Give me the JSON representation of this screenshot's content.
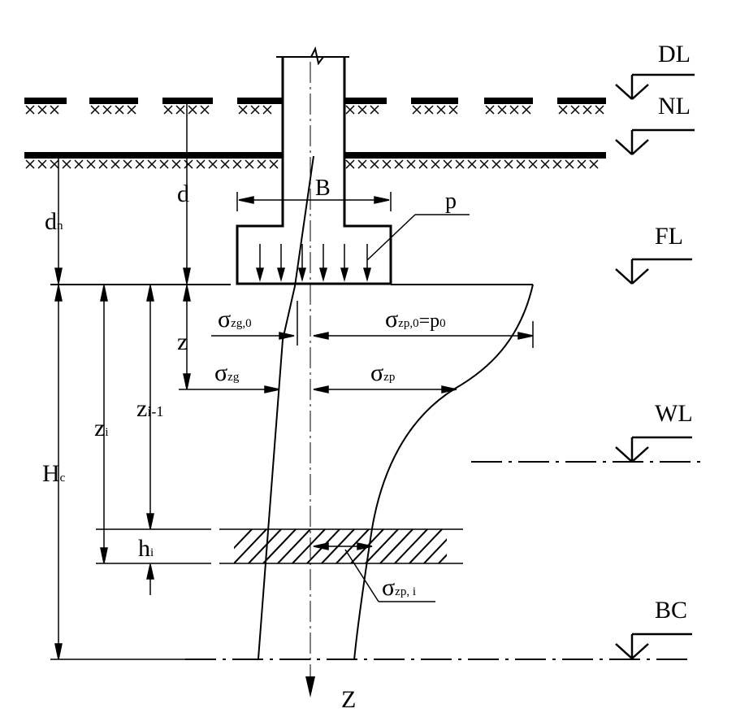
{
  "levels": {
    "dl": "DL",
    "nl": "NL",
    "fl": "FL",
    "wl": "WL",
    "bc": "BC"
  },
  "dimensions": {
    "d_n": {
      "main": "d",
      "sub": "n"
    },
    "d": "d",
    "B": "B",
    "p": "p",
    "z": "z",
    "z_i": {
      "main": "z",
      "sub": "i"
    },
    "z_i_minus_1": {
      "main": "z",
      "sub": "i-1"
    },
    "H_c": {
      "main": "H",
      "sub": "c"
    },
    "h_i": {
      "main": "h",
      "sub": "i"
    },
    "Z_axis": "Z"
  },
  "stresses": {
    "sigma_zg0": {
      "main": "σ",
      "sub": "zg,0"
    },
    "sigma_zp0": {
      "main": "σ",
      "sub": "zp,0",
      "eq": "=p",
      "eq_sub": "0"
    },
    "sigma_zg": {
      "main": "σ",
      "sub": "zg"
    },
    "sigma_zp": {
      "main": "σ",
      "sub": "zp"
    },
    "sigma_zpi": {
      "main": "σ",
      "sub": "zp, i"
    }
  }
}
